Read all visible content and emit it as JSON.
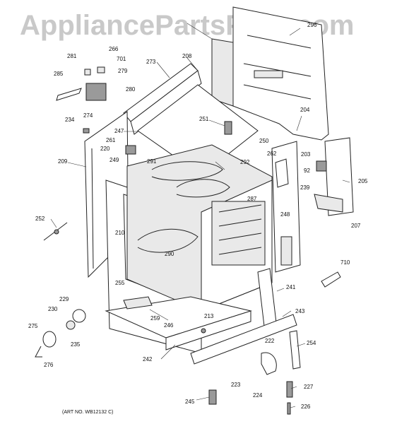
{
  "watermark": "AppliancePartsPros.com",
  "art_number": "(ART NO. WB12132 C)",
  "callouts": {
    "c296": "296",
    "c266": "266",
    "c281": "281",
    "c701": "701",
    "c273": "273",
    "c208": "208",
    "c279": "279",
    "c285": "285",
    "c280": "280",
    "c274": "274",
    "c204": "204",
    "c234": "234",
    "c251": "251",
    "c247": "247",
    "c261": "261",
    "c250": "250",
    "c220": "220",
    "c203": "203",
    "c262": "262",
    "c249": "249",
    "c209": "209",
    "c291": "291",
    "c292": "292",
    "c92": "92",
    "c205": "205",
    "c239": "239",
    "c287": "287",
    "c248": "248",
    "c252": "252",
    "c207": "207",
    "c210": "210",
    "c290": "290",
    "c710": "710",
    "c255": "255",
    "c241": "241",
    "c229": "229",
    "c230": "230",
    "c243": "243",
    "c213": "213",
    "c259": "259",
    "c246": "246",
    "c275": "275",
    "c235": "235",
    "c254": "254",
    "c222": "222",
    "c242": "242",
    "c276": "276",
    "c223": "223",
    "c227": "227",
    "c224": "224",
    "c245": "245",
    "c226": "226"
  }
}
